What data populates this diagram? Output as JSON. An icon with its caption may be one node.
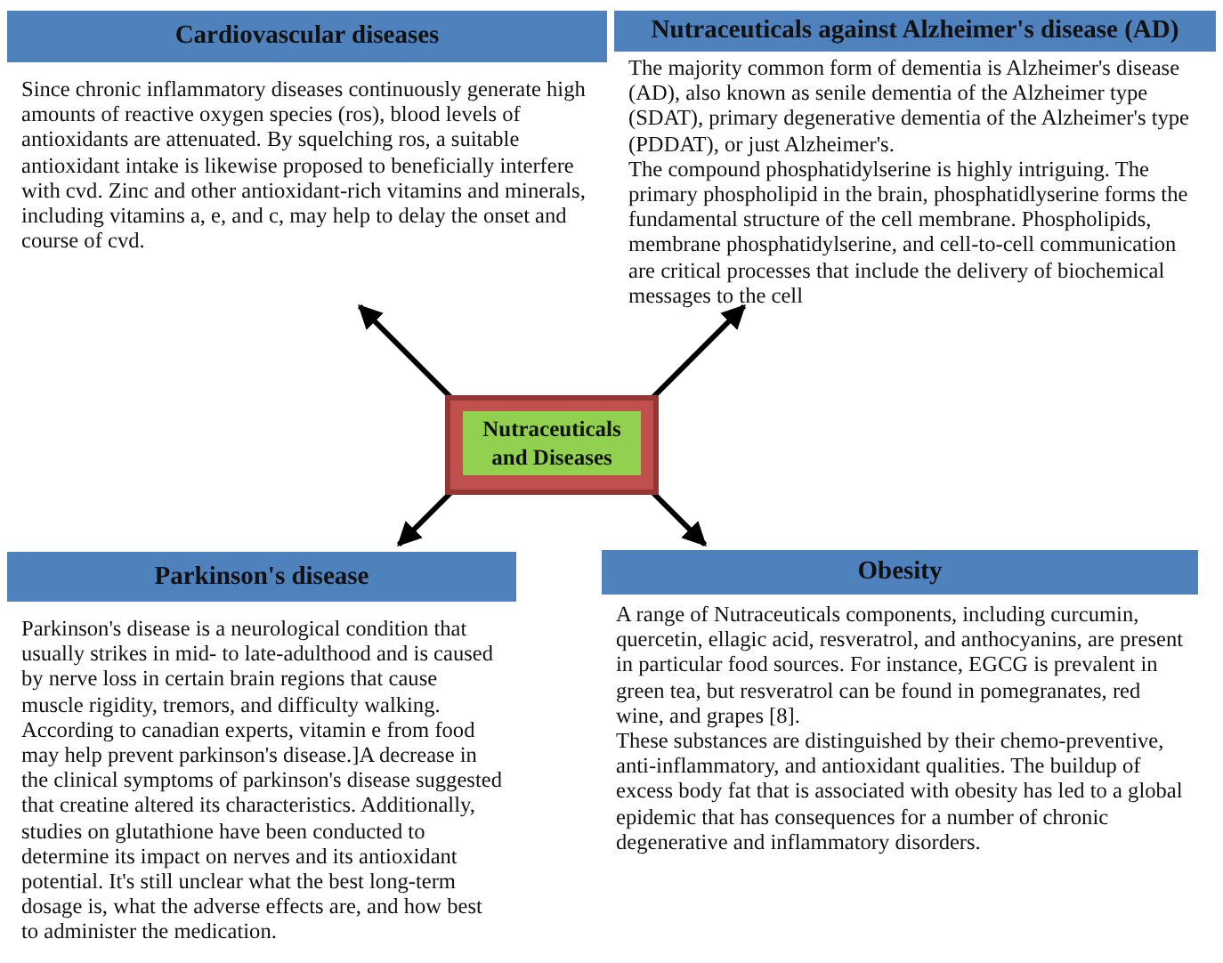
{
  "diagram": {
    "nodes": [
      {
        "text": [
          "Nutraceuticals and Diseases"
        ]
      },
      {
        "text": [
          "Cardiovascular  diseases",
          "Since chronic inflammatory diseases continuously generate high amounts of reactive oxygen species (ros), blood levels of antioxidants are attenuated. By squelching ros, a suitable antioxidant intake is likewise  proposed to beneficially interfere with cvd. Zinc and other antioxidant-rich vitamins and minerals, including vitamins a, e, and c, may help to delay the onset and course of cvd."
        ]
      },
      {
        "text": [
          "Nutraceuticals against Alzheimer's  disease (AD)",
          "The majority common  form of dementia is Alzheimer's disease (AD), also known as senile dementia of the Alzheimer type (SDAT), primary degenerative dementia of the Alzheimer's type (PDDAT), or just Alzheimer's.",
          "The compound phosphatidylserine is highly intriguing. The primary phospholipid in the brain, phosphatidlyserine forms the fundamental structure of the cell membrane. Phospholipids, membrane phosphatidylserine, and cell-to-cell communication are critical  processes that include the delivery of biochemical messages to the cell"
        ]
      },
      {
        "text": [
          "Parkinson's disease",
          "Parkinson's disease is a neurological  condition that usually strikes  in mid- to late-adulthood and is caused by nerve loss  in certain  brain regions that cause muscle rigidity,  tremors, and difficulty walking.  According to canadian experts, vitamin e from food may help prevent parkinson's disease.]A decrease in the clinical symptoms of parkinson's disease suggested that creatine altered its characteristics.  Additionally, studies on glutathione have been conducted to determine its impact on nerves and its antioxidant potential. It's still unclear what the best long-term dosage is, what the adverse effects are, and how best to administer the medication."
        ]
      },
      {
        "text": [
          "Obesity",
          "A range of Nutraceuticals components, including curcumin, quercetin, ellagic acid,  resveratrol, and anthocyanins, are present in particular  food sources. For instance, EGCG is prevalent in green tea, but resveratrol can be found in pomegranates, red wine, and grapes [8].",
          "These substances are distinguished by their chemo-preventive, anti-inflammatory, and antioxidant qualities. The buildup of excess body fat that is associated with obesity has led to a global epidemic that has consequences for a number of chronic degenerative and inflammatory disorders."
        ]
      }
    ],
    "edges": [
      {
        "from": 0,
        "to": 1,
        "arrow": "to"
      },
      {
        "from": 0,
        "to": 2,
        "arrow": "to"
      },
      {
        "from": 0,
        "to": 3,
        "arrow": "to"
      },
      {
        "from": 0,
        "to": 4,
        "arrow": "to"
      }
    ]
  }
}
